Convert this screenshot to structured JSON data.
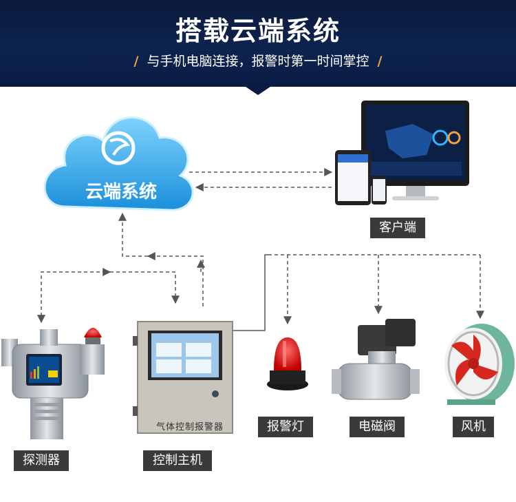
{
  "header": {
    "title": "搭载云端系统",
    "subtitle": "与手机电脑连接，报警时第一时间掌控",
    "slash_left": "/",
    "slash_right": "/"
  },
  "nodes": {
    "cloud": {
      "label": "云端系统"
    },
    "client": {
      "label": "客户端"
    },
    "detector": {
      "label": "探测器"
    },
    "host": {
      "label": "控制主机",
      "panel_text": "气体控制报警器"
    },
    "alarm_light": {
      "label": "报警灯"
    },
    "valve": {
      "label": "电磁阀"
    },
    "fan": {
      "label": "风机"
    }
  },
  "colors": {
    "header": "#0d2350",
    "accent": "#f2a33a",
    "label_bg": "#3a3a3a",
    "cloud": "#3ab0ee"
  }
}
